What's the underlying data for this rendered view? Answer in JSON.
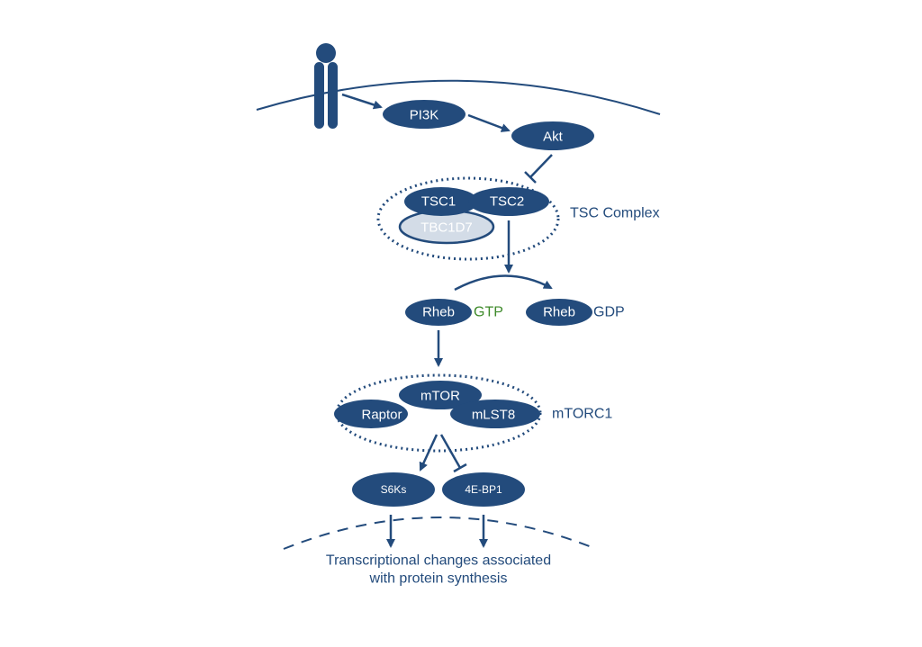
{
  "colors": {
    "primary": "#234b7c",
    "gtp": "#3e8a2a",
    "tbc1d7_fill": "#d3dce7"
  },
  "nodes": {
    "pi3k": "PI3K",
    "akt": "Akt",
    "tsc1": "TSC1",
    "tsc2": "TSC2",
    "tbc1d7": "TBC1D7",
    "rheb_gtp": "Rheb",
    "rheb_gdp": "Rheb",
    "mtor": "mTOR",
    "raptor": "Raptor",
    "mlst8": "mLST8",
    "s6ks": "S6Ks",
    "4ebp1": "4E-BP1"
  },
  "labels": {
    "tsc_complex": "TSC Complex",
    "gtp": "GTP",
    "gdp": "GDP",
    "mtorc1": "mTORC1",
    "outcome_line1": "Transcriptional changes associated",
    "outcome_line2": "with protein synthesis"
  },
  "icons": {
    "receptor": "receptor-icon"
  }
}
